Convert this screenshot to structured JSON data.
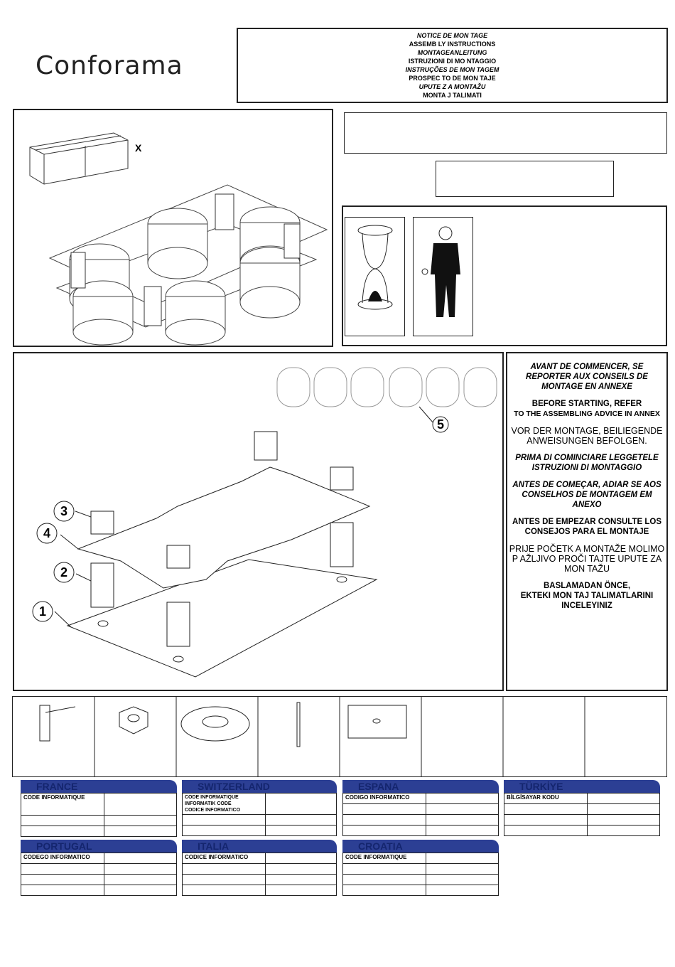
{
  "brand": {
    "logo_text": "Conforama"
  },
  "titles": [
    "NOTICE DE MON TAGE",
    "ASSEMB LY INSTRUCTIONS",
    "MONTAGEANLEITUNG",
    "ISTRUZIONI DI MO NTAGGIO",
    "INSTRUÇÕES DE MON  TAGEM",
    "PROSPEC TO DE MON TAJE",
    "UPUTE Z A MONTAŽU",
    "MONTA J TALIMATI"
  ],
  "package": {
    "multiplier": "X"
  },
  "callouts": [
    "1",
    "2",
    "3",
    "4",
    "5"
  ],
  "advice": {
    "fr": "AVANT DE COMMENCER, SE REPORTER AUX CONSEILS DE MONTAGE  EN ANNEXE",
    "en_1": "BEFORE STARTING, REFER",
    "en_2": "TO THE ASSEMBLING ADVICE IN ANNEX",
    "de": "VOR DER MONTAGE, BEILIEGENDE ANWEISUNGEN BEFOLGEN.",
    "it": "PRIMA DI COMINCIARE LEGGETELE ISTRUZIONI DI MONTAGGIO",
    "pt": "ANTES DE COMEÇAR, ADIAR SE AOS CONSELHOS DE MONTAGEM EM ANEXO",
    "es": "ANTES DE EMPEZAR CONSULTE LOS CONSEJOS PARA EL MONTAJE",
    "hr": "PRIJE POČETK A MONTAŽE MOLIMO P AŽLJIVO PROČI TAJTE UPUTE ZA MON TAŽU",
    "tr_1": "BASLAMADAN ÖNCE,",
    "tr_2": "EKTEKI MON TAJ TALIMATLARINI INCELEYINIZ"
  },
  "countries": [
    {
      "name": "FRANCE",
      "code_label": "CODE INFORMATIQUE"
    },
    {
      "name": "SWITZERLAND",
      "code_label_1": "CODE INFORMATIQUE",
      "code_label_2": "INFORMATIK CODE",
      "code_label_3": "CODICE INFORMATICO"
    },
    {
      "name": "ESPANA",
      "code_label": "CODIGO INFORMATICO"
    },
    {
      "name": "TÜRKİYE",
      "code_label": "BİLGİSAYAR KODU"
    },
    {
      "name": "PORTUGAL",
      "code_label": "CODEGO INFORMATICO"
    },
    {
      "name": "ITALIA",
      "code_label": "CODICE INFORMATICO"
    },
    {
      "name": "CROATIA",
      "code_label": "CODE INFORMATIQUE"
    }
  ],
  "colors": {
    "country_bar": "#2c3f94",
    "line": "#222222"
  }
}
